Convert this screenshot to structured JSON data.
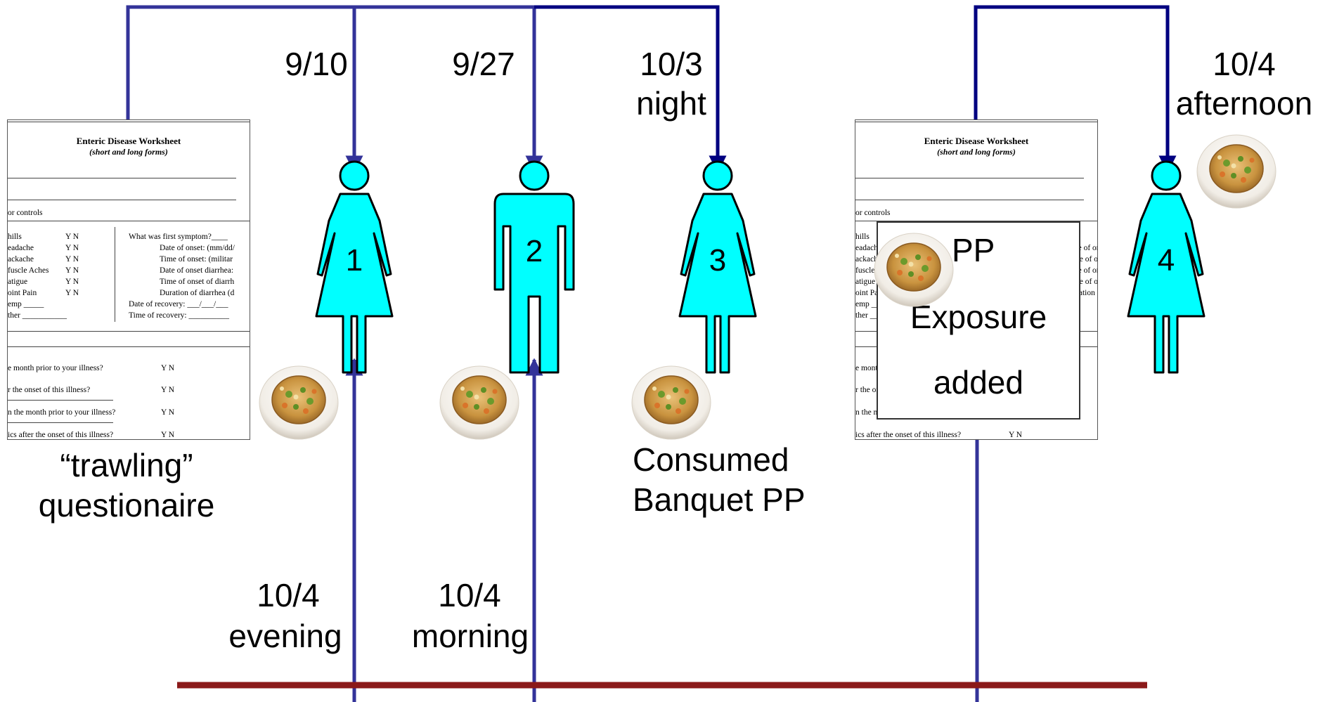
{
  "worksheet": {
    "title": "Enteric Disease Worksheet",
    "subtitle": "(short and long forms)",
    "controls_label": "or controls",
    "symptoms": [
      "hills",
      "eadache",
      "ackache",
      "fuscle Aches",
      "atigue",
      "oint Pain",
      "emp _____",
      "ther ___________"
    ],
    "yn": [
      "Y N",
      "Y N",
      "Y N",
      "Y N",
      "Y N",
      "Y N"
    ],
    "right_col": [
      "What was first symptom?____",
      "Date of onset: (mm/dd/",
      "Time of onset: (militar",
      "Date of onset diarrhea:",
      "Time of onset of diarrh",
      "Duration of diarrhea (d",
      "Date of recovery: ___/___/___",
      "Time of recovery: __________"
    ],
    "questions": [
      "e month prior to your illness?",
      "r the onset of this illness?",
      "n the month prior to your illness?",
      "ics after the onset of this illness?"
    ],
    "q_yn": [
      "Y   N",
      "Y   N",
      "Y   N",
      "Y   N"
    ]
  },
  "labels": {
    "trawling": "“trawling”",
    "questionaire": "questionaire",
    "d1": "9/10",
    "d2": "9/27",
    "d3a": "10/3",
    "d3b": "night",
    "d4a": "10/4",
    "d4b": "afternoon",
    "e1a": "10/4",
    "e1b": "evening",
    "e2a": "10/4",
    "e2b": "morning",
    "consumed_a": "Consumed",
    "consumed_b": "Banquet PP",
    "pp": "PP",
    "exposure": "Exposure",
    "added": "added"
  },
  "persons": [
    {
      "number": "1",
      "shape": "female"
    },
    {
      "number": "2",
      "shape": "male"
    },
    {
      "number": "3",
      "shape": "female"
    },
    {
      "number": "4",
      "shape": "female"
    }
  ],
  "colors": {
    "person_fill": "#00ffff",
    "arrow_primary": "#333399",
    "arrow_dark": "#000080",
    "baseline": "#8b1a1a"
  }
}
